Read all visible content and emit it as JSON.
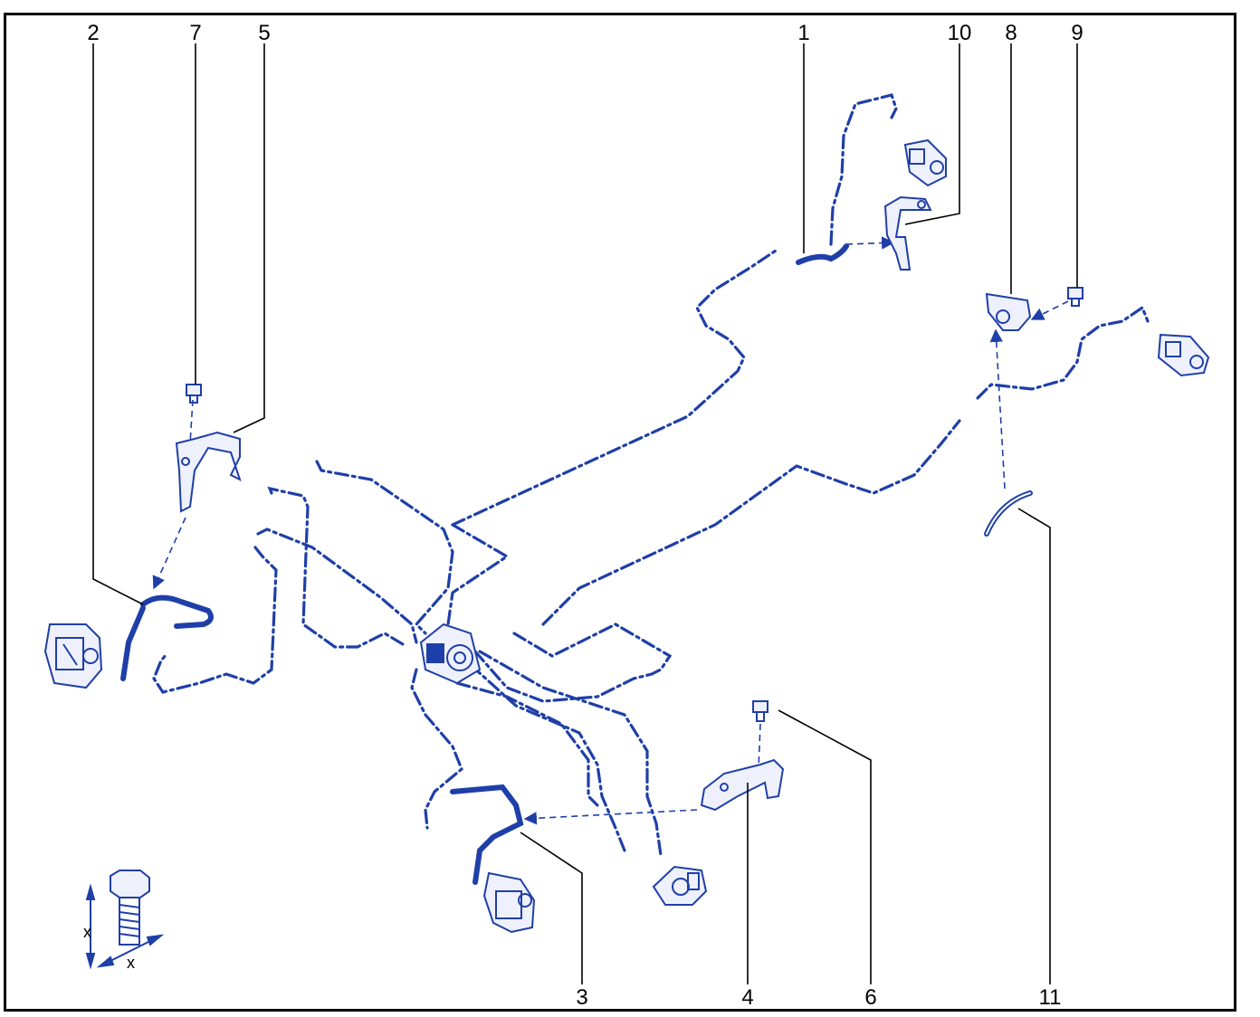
{
  "colors": {
    "line_art": "#1f3fa8",
    "labels": "#000000",
    "frame": "#000000",
    "background": "#ffffff"
  },
  "callouts": [
    "1",
    "2",
    "3",
    "4",
    "5",
    "6",
    "7",
    "8",
    "9",
    "10",
    "11"
  ],
  "detail_inset": {
    "dimension_label_vertical": "x",
    "dimension_label_horizontal": "x"
  }
}
